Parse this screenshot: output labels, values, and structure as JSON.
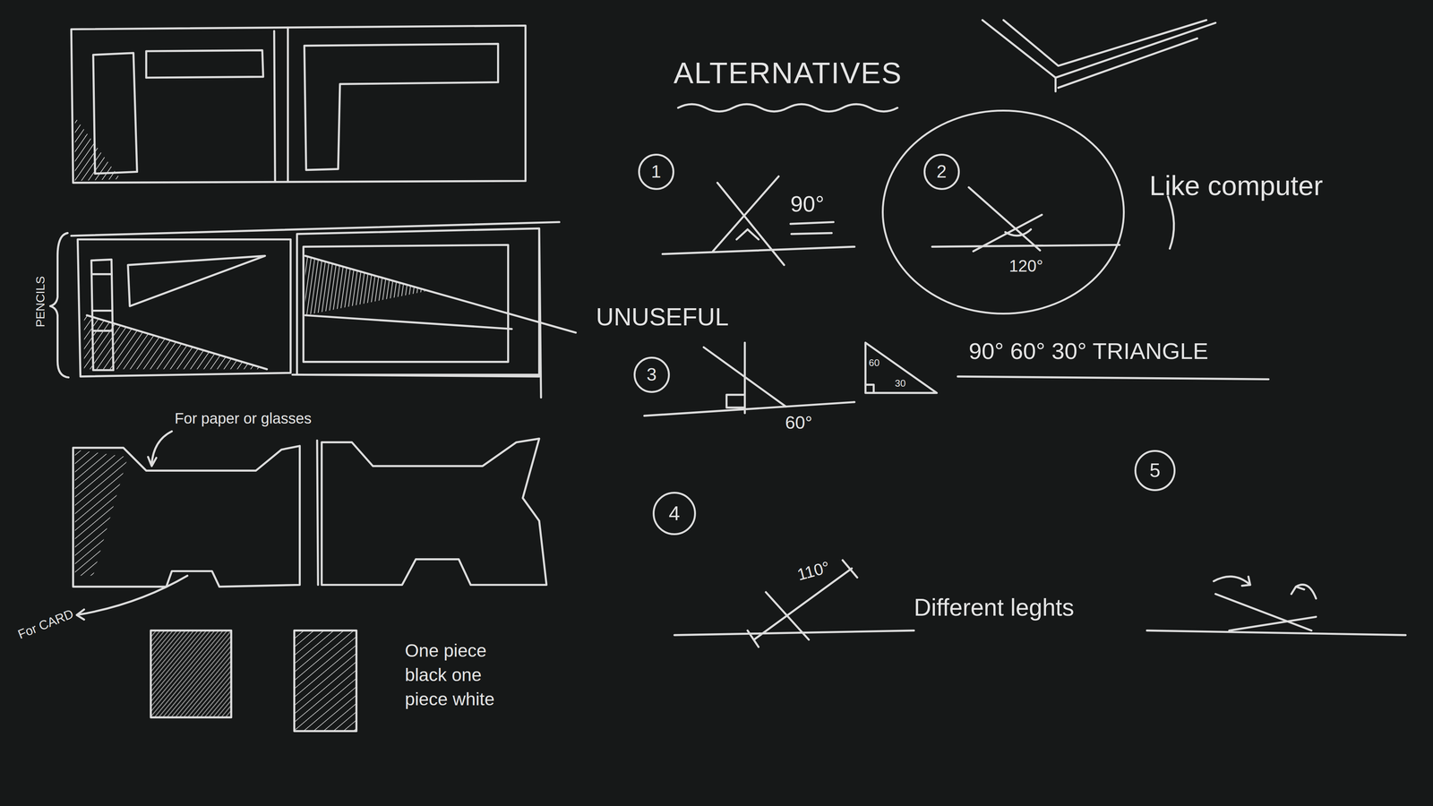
{
  "diagram": {
    "title": "ALTERNATIVES",
    "nodes": [
      {
        "text": [
          "1"
        ]
      },
      {
        "text": [
          "120°"
        ]
      },
      {
        "text": [
          "2"
        ],
        "in": 1
      },
      {
        "text": [
          "3"
        ]
      },
      {
        "text": [
          "4"
        ]
      },
      {
        "text": [
          "5"
        ]
      }
    ],
    "labels": [
      "PENCILS",
      "For paper or glasses",
      "For CARD",
      "One piece black one piece white",
      "90°",
      "Like computer",
      "UNUSEFUL",
      "60°",
      "60",
      "30",
      "90° 60° 30° TRIANGLE",
      "110°",
      "Different leghts"
    ]
  }
}
